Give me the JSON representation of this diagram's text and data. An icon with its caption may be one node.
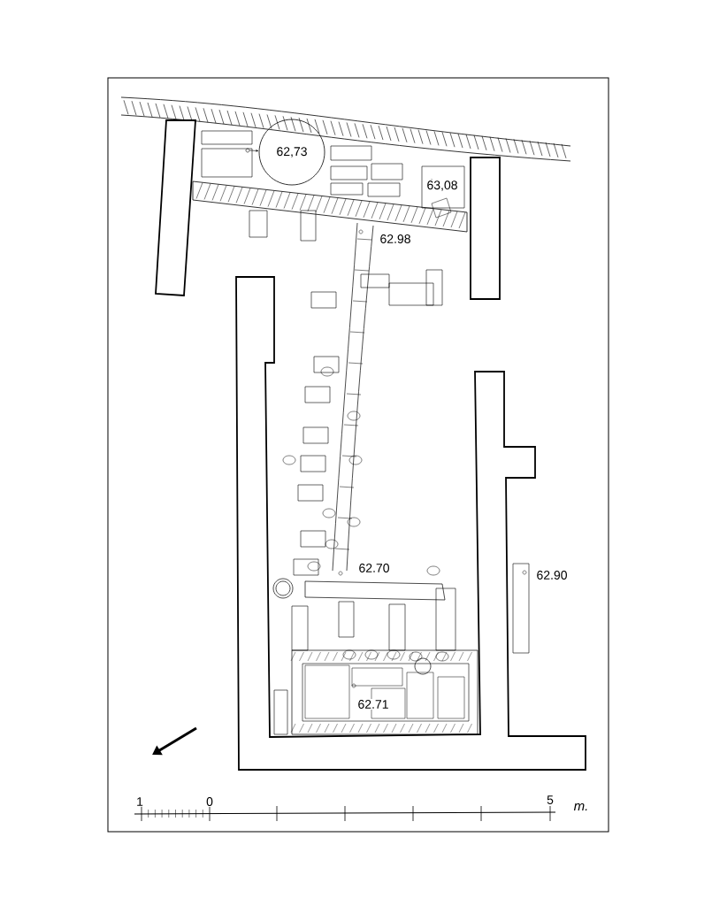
{
  "diagram": {
    "nodes": [
      {
        "text": [
          "62,73"
        ]
      },
      {
        "text": [],
        "shape": "circle"
      }
    ],
    "edges": [
      {
        "from": 1,
        "to": 0,
        "arrow": "to"
      }
    ],
    "labels": [
      "63,08",
      "62.98",
      "62.70",
      "62.90",
      "62.71",
      "1",
      "0",
      "5",
      "m."
    ]
  }
}
